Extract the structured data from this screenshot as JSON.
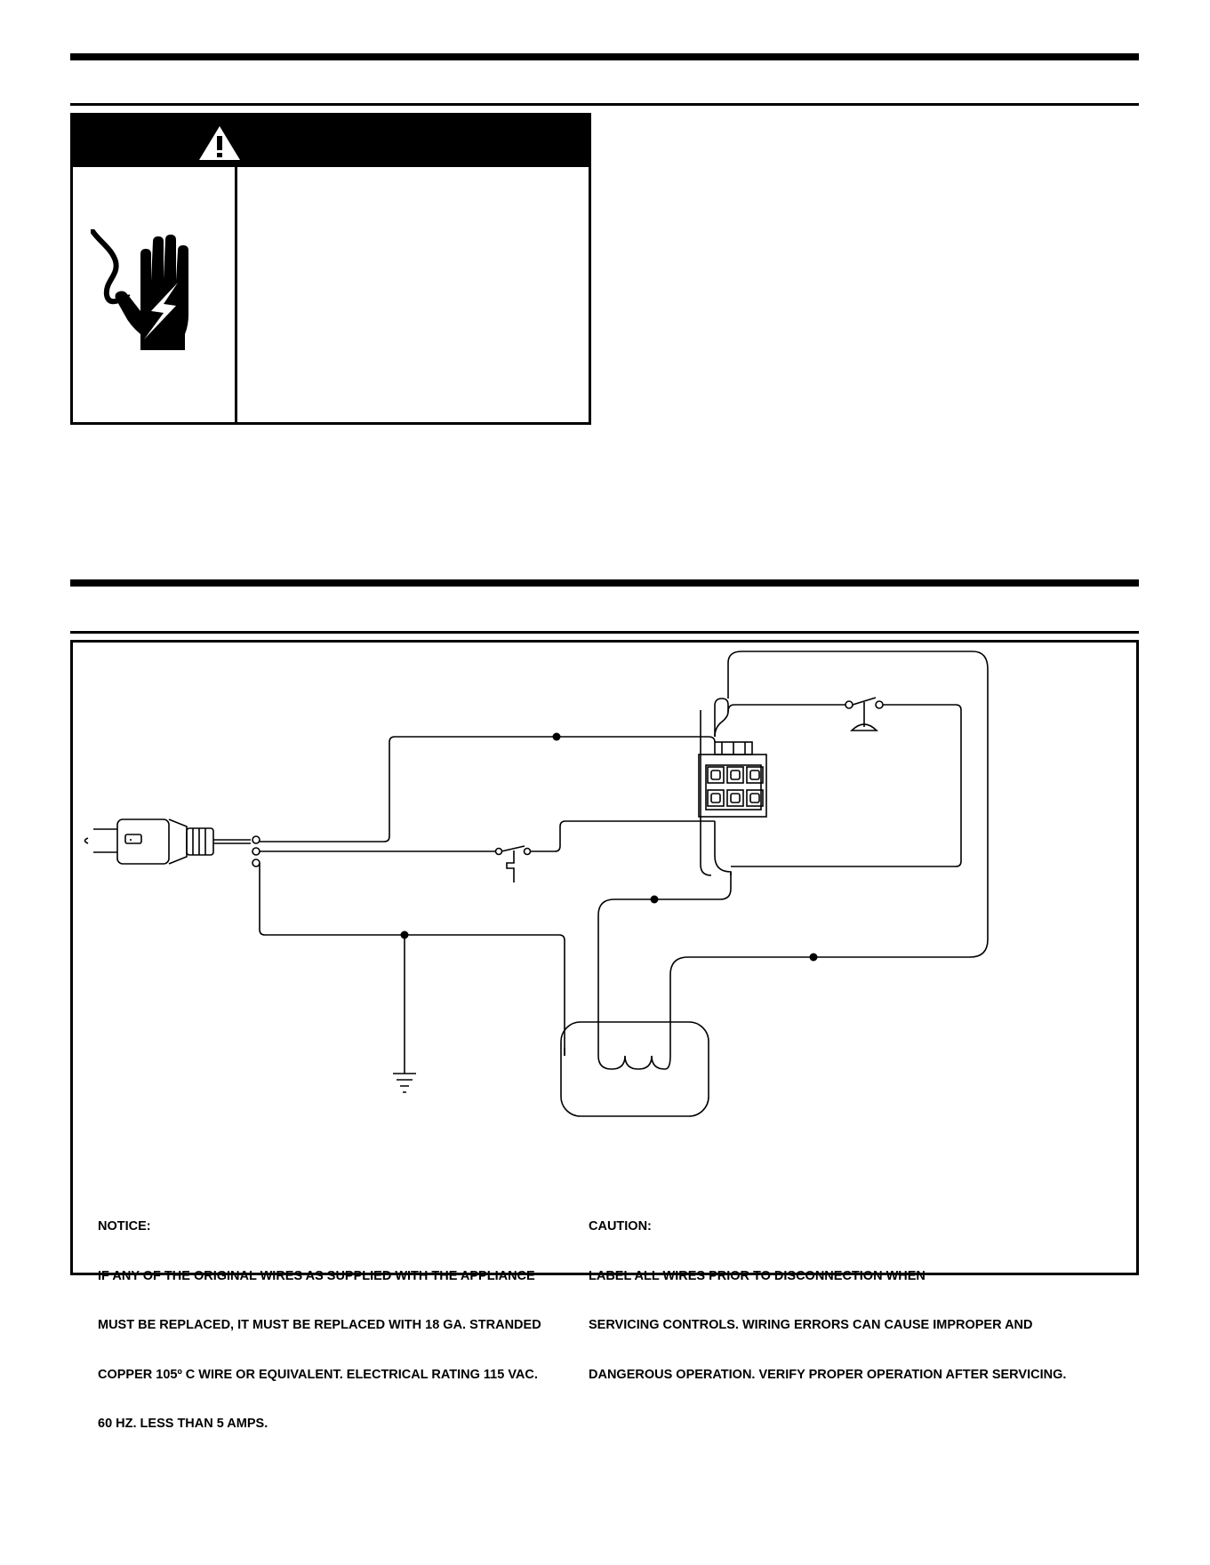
{
  "notice": {
    "title": "NOTICE:",
    "lines": [
      "IF ANY OF THE ORIGINAL WIRES AS SUPPLIED WITH THE APPLIANCE",
      "MUST BE REPLACED, IT MUST BE REPLACED WITH 18 GA. STRANDED",
      "COPPER 105º C WIRE OR EQUIVALENT. ELECTRICAL RATING 115 VAC.",
      "60 HZ. LESS THAN 5 AMPS."
    ]
  },
  "caution": {
    "title": "CAUTION:",
    "lines": [
      "LABEL ALL WIRES PRIOR TO DISCONNECTION WHEN",
      "SERVICING CONTROLS. WIRING ERRORS CAN CAUSE IMPROPER AND",
      "DANGEROUS OPERATION. VERIFY PROPER OPERATION AFTER SERVICING."
    ]
  },
  "icons": {
    "warning": "warning-triangle-icon",
    "shock": "electrical-shock-hazard-icon",
    "plug": "power-plug-icon",
    "ground": "ground-symbol-icon",
    "switch": "switch-icon",
    "connector": "wire-connector-icon",
    "coil": "heater-coil-icon"
  },
  "colors": {
    "ink": "#000000",
    "paper": "#ffffff"
  }
}
